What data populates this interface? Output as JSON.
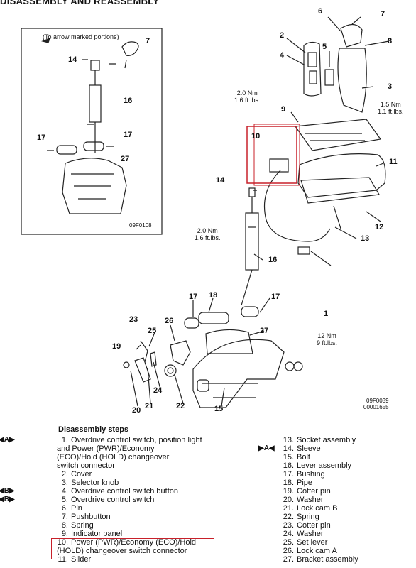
{
  "header": "DISASSEMBLY AND REASSEMBLY",
  "inset": {
    "note": "(To arrow marked portions)",
    "callouts": [
      "7",
      "14",
      "16",
      "17",
      "17",
      "27"
    ],
    "code": "09F0108"
  },
  "callouts": {
    "c1": "1",
    "c2": "2",
    "c3": "3",
    "c4": "4",
    "c5": "5",
    "c6": "6",
    "c7": "7",
    "c8": "8",
    "c9": "9",
    "c10": "10",
    "c11": "11",
    "c12": "12",
    "c13": "13",
    "c14": "14",
    "c16": "16",
    "c17a": "17",
    "c17b": "17",
    "c18": "18",
    "c19": "19",
    "c20": "20",
    "c21": "21",
    "c22": "22",
    "c23": "23",
    "c24": "24",
    "c25": "25",
    "c26": "26",
    "c27": "27",
    "c15": "15"
  },
  "torques": {
    "t1": [
      "2.0 Nm",
      "1.6 ft.lbs."
    ],
    "t2": [
      "1.5 Nm",
      "1.1 ft.lbs."
    ],
    "t3": [
      "2.0 Nm",
      "1.6 ft.lbs."
    ],
    "t4": [
      "12 Nm",
      "9 ft.lbs."
    ]
  },
  "codes": [
    "09F0039",
    "00001655"
  ],
  "steps_title": "Disassembly steps",
  "tags": {
    "A": "◀A▶",
    "B1": "◀B▶",
    "B2": "◀B▶",
    "A14": "▶A◀"
  },
  "steps_left": [
    {
      "n": "1.",
      "lines": [
        "Overdrive control switch, position light",
        "and Power (PWR)/Economy",
        "(ECO)/Hold (HOLD) changeover",
        "switch connector"
      ]
    },
    {
      "n": "2.",
      "lines": [
        "Cover"
      ]
    },
    {
      "n": "3.",
      "lines": [
        "Selector knob"
      ]
    },
    {
      "n": "4.",
      "lines": [
        "Overdrive control switch button"
      ]
    },
    {
      "n": "5.",
      "lines": [
        "Overdrive control switch"
      ]
    },
    {
      "n": "6.",
      "lines": [
        "Pin"
      ]
    },
    {
      "n": "7.",
      "lines": [
        "Pushbutton"
      ]
    },
    {
      "n": "8.",
      "lines": [
        "Spring"
      ]
    },
    {
      "n": "9.",
      "lines": [
        "Indicator panel"
      ]
    },
    {
      "n": "10.",
      "lines": [
        "Power (PWR)/Economy (ECO)/Hold",
        "(HOLD) changeover switch connector"
      ]
    },
    {
      "n": "11.",
      "lines": [
        "Slider"
      ]
    }
  ],
  "steps_right": [
    {
      "n": "13.",
      "text": "Socket assembly"
    },
    {
      "n": "14.",
      "text": "Sleeve"
    },
    {
      "n": "15.",
      "text": "Bolt"
    },
    {
      "n": "16.",
      "text": "Lever assembly"
    },
    {
      "n": "17.",
      "text": "Bushing"
    },
    {
      "n": "18.",
      "text": "Pipe"
    },
    {
      "n": "19.",
      "text": "Cotter pin"
    },
    {
      "n": "20.",
      "text": "Washer"
    },
    {
      "n": "21.",
      "text": "Lock cam B"
    },
    {
      "n": "22.",
      "text": "Spring"
    },
    {
      "n": "23.",
      "text": "Cotter pin"
    },
    {
      "n": "24.",
      "text": "Washer"
    },
    {
      "n": "25.",
      "text": "Set lever"
    },
    {
      "n": "26.",
      "text": "Lock cam A"
    },
    {
      "n": "27.",
      "text": "Bracket assembly"
    }
  ]
}
